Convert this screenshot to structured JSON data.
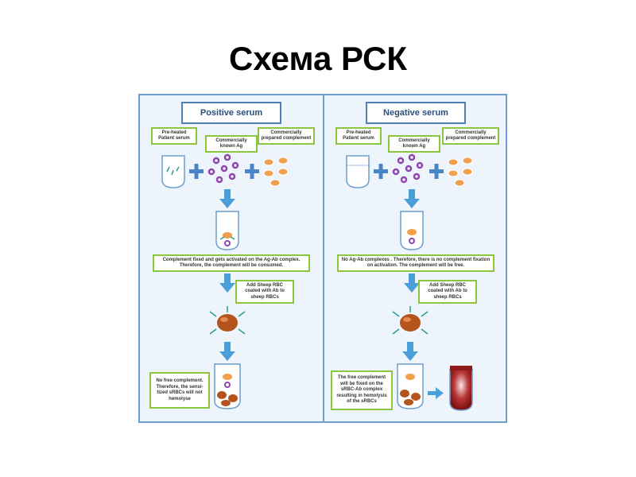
{
  "slide": {
    "title": "Схема РСК"
  },
  "panels": {
    "positive": {
      "header": "Positive serum",
      "label_serum": "Pre-heated\nPatient serum",
      "label_ag": "Commercially\nknown Ag",
      "label_complement": "Commercially\nprepared complement",
      "step1": "Complement fixed and gets activated on the Ag-Ab complex. Therefore, the complement will be consumed.",
      "step2": "Add Sheep RBC coated with Ab to sheep RBCs",
      "result": "No free complement. Therefore, the sensi-tized sRBCs will not hemolyse"
    },
    "negative": {
      "header": "Negative serum",
      "label_serum": "Pre-heated\nPatient serum",
      "label_ag": "Commercially\nknown Ag",
      "label_complement": "Commercially\nprepared complement",
      "step1": "No Ag-Ab complexes . Therefore, there is no complement fixation on activation. The complement will be free.",
      "step2": "Add Sheep RBC coated with Ab to sheep RBCs",
      "result": "The free complement will be fixed on the sRBC-Ab complex resulting in hemolysis of the sRBCs"
    }
  },
  "colors": {
    "frame": "#6c9dcc",
    "label_border": "#8cc63f",
    "arrow": "#4a9fd8",
    "plus": "#4a86c5",
    "antigen": "#8e44ad",
    "complement": "#f0a04b",
    "rbc": "#b5531c",
    "hemolysed": "#9b1b1b"
  }
}
